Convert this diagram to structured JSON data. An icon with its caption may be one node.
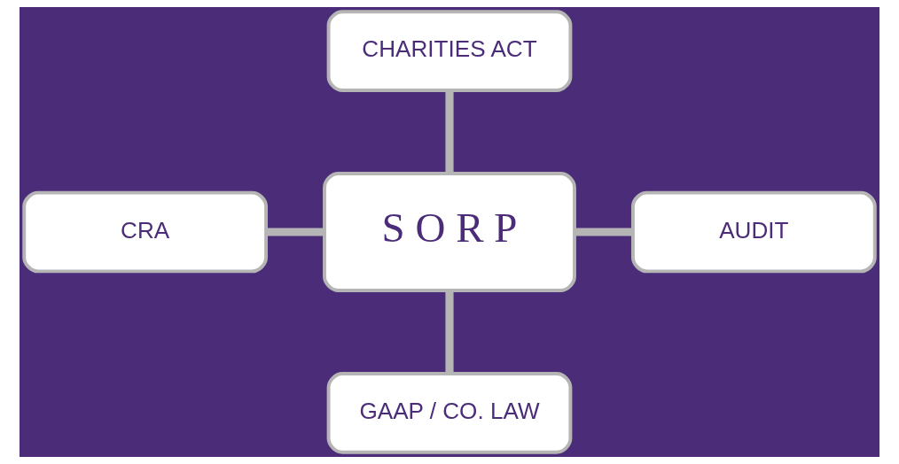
{
  "diagram": {
    "nodes": [
      {
        "text": [
          "CHARITIES ACT"
        ]
      },
      {
        "text": [
          "CRA"
        ]
      },
      {
        "text": [
          "S O R P"
        ]
      },
      {
        "text": [
          "AUDIT"
        ]
      },
      {
        "text": [
          "GAAP / CO. LAW"
        ]
      }
    ],
    "edges": [
      {
        "from": 0,
        "to": 2,
        "arrow": "none"
      },
      {
        "from": 1,
        "to": 2,
        "arrow": "none"
      },
      {
        "from": 2,
        "to": 3,
        "arrow": "none"
      },
      {
        "from": 2,
        "to": 4,
        "arrow": "none"
      }
    ]
  }
}
